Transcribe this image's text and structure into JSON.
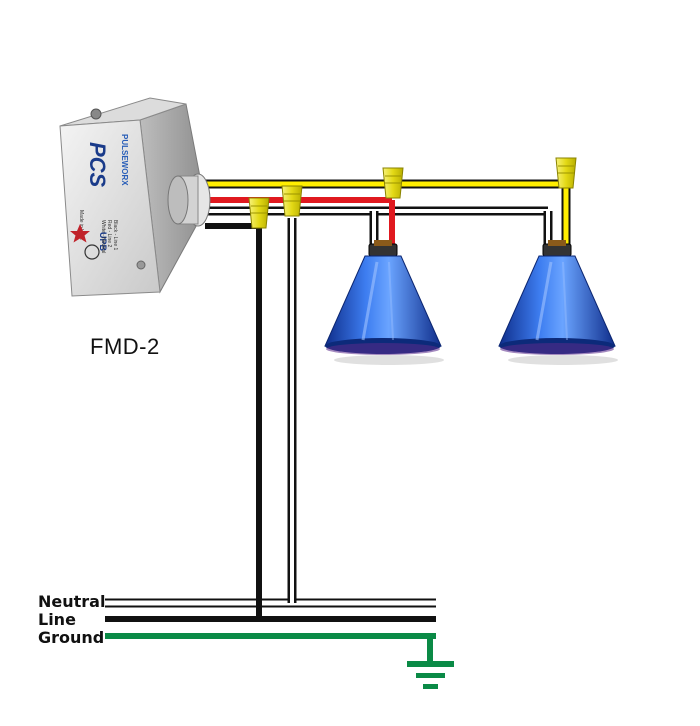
{
  "device": {
    "model": "FMD-2",
    "brand": "PCS",
    "logo_text": "PULSEWORX",
    "tech_logo": "UPB",
    "made_in": "Made in USA",
    "wiring_legend": [
      "Black - Line 1",
      "Red - Line 2",
      "White - Neutral"
    ]
  },
  "bus": {
    "neutral_label": "Neutral",
    "line_label": "Line",
    "ground_label": "Ground"
  },
  "colors": {
    "hot_black": "#111111",
    "hot_red": "#e0191f",
    "neutral_white": "#ffffff",
    "switched_yellow": "#ffee00",
    "ground_green": "#0a8a46",
    "lamp_blue": "#1f5fd6",
    "wire_nut": "#e8e22a"
  },
  "lamps": [
    {
      "name": "pendant-lamp-1"
    },
    {
      "name": "pendant-lamp-2"
    }
  ]
}
